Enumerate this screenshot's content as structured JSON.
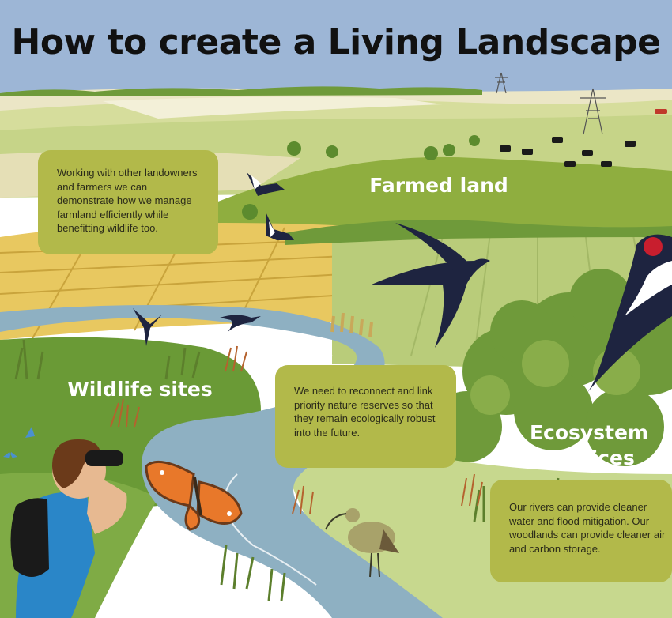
{
  "title": "How to create a Living Landscape",
  "labels": {
    "farmed_land": "Farmed land",
    "wildlife_sites": "Wildlife sites",
    "ecosystem_services_line1": "Ecosystem",
    "ecosystem_services_line2": "services"
  },
  "info_boxes": {
    "farmland": "Working with other landowners and farmers we can demonstrate how we manage farmland efficiently while benefitting wildlife too.",
    "reserves": "We need to reconnect and link priority nature reserves so that they remain ecologically robust into the future.",
    "ecosystem": "Our rivers can provide cleaner water and flood mitigation. Our woodlands can provide cleaner air and carbon storage."
  },
  "colors": {
    "sky": "#9db6d6",
    "box_fill": "#b2b94a",
    "river": "#8eb0c2",
    "field_yellow": "#e8c860",
    "field_green": "#b9cc7a",
    "dark_green": "#5c8b2e",
    "bird_navy": "#1e2440",
    "butterfly_orange": "#e8782a",
    "person_shirt": "#2a86c8"
  }
}
